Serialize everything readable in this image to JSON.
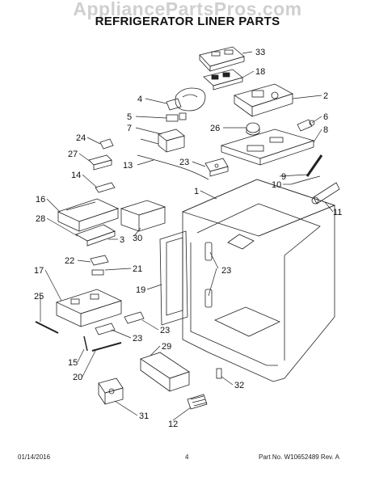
{
  "watermark": "AppliancePartsPros.com",
  "title": "REFRIGERATOR LINER PARTS",
  "callouts": [
    {
      "id": "c33",
      "label": "33"
    },
    {
      "id": "c18",
      "label": "18"
    },
    {
      "id": "c4",
      "label": "4"
    },
    {
      "id": "c2",
      "label": "2"
    },
    {
      "id": "c5",
      "label": "5"
    },
    {
      "id": "c6",
      "label": "6"
    },
    {
      "id": "c7",
      "label": "7"
    },
    {
      "id": "c26",
      "label": "26"
    },
    {
      "id": "c8",
      "label": "8"
    },
    {
      "id": "c24",
      "label": "24"
    },
    {
      "id": "c27",
      "label": "27"
    },
    {
      "id": "c23a",
      "label": "23"
    },
    {
      "id": "c13",
      "label": "13"
    },
    {
      "id": "c9",
      "label": "9"
    },
    {
      "id": "c10",
      "label": "10"
    },
    {
      "id": "c14",
      "label": "14"
    },
    {
      "id": "c1",
      "label": "1"
    },
    {
      "id": "c16",
      "label": "16"
    },
    {
      "id": "c11",
      "label": "11"
    },
    {
      "id": "c28",
      "label": "28"
    },
    {
      "id": "c30",
      "label": "30"
    },
    {
      "id": "c3",
      "label": "3"
    },
    {
      "id": "c22",
      "label": "22"
    },
    {
      "id": "c21",
      "label": "21"
    },
    {
      "id": "c23b",
      "label": "23"
    },
    {
      "id": "c17",
      "label": "17"
    },
    {
      "id": "c19",
      "label": "19"
    },
    {
      "id": "c25",
      "label": "25"
    },
    {
      "id": "c23c",
      "label": "23"
    },
    {
      "id": "c23d",
      "label": "23"
    },
    {
      "id": "c15",
      "label": "15"
    },
    {
      "id": "c29",
      "label": "29"
    },
    {
      "id": "c20",
      "label": "20"
    },
    {
      "id": "c32",
      "label": "32"
    },
    {
      "id": "c31",
      "label": "31"
    },
    {
      "id": "c12",
      "label": "12"
    }
  ],
  "footer": {
    "date": "01/14/2016",
    "page": "4",
    "part_number": "Part No. W10652489  Rev. A"
  }
}
